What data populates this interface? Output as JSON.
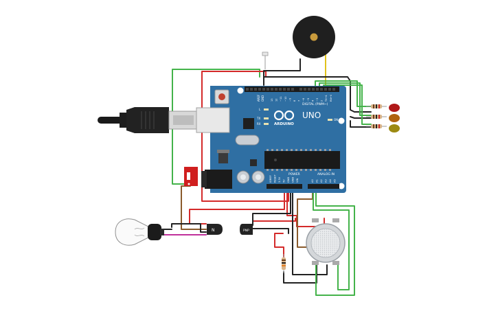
{
  "board": {
    "brand": "ARDUINO",
    "model": "UNO",
    "digital_header": "DIGITAL (PWM~)",
    "analog_header": "ANALOG IN",
    "power_header": "POWER",
    "on_label": "ON",
    "l_label": "L",
    "tx_label": "TX",
    "rx_label": "RX",
    "aref_label": "AREF",
    "gnd_label": "GND",
    "digital_pins": [
      "13",
      "12",
      "~11",
      "~10",
      "~9",
      "8",
      "7",
      "~6",
      "~5",
      "4",
      "~3",
      "2",
      "TX→1",
      "RX←0"
    ],
    "power_pins": [
      "IOREF",
      "RESET",
      "3.3V",
      "5V",
      "GND",
      "GND",
      "VIN"
    ],
    "analog_pins": [
      "A0",
      "A1",
      "A2",
      "A3",
      "A4",
      "A5"
    ]
  },
  "components": {
    "transistor_npn_label": "N",
    "transistor_pnp_label": "PNP"
  },
  "colors": {
    "board": "#2f6fa3",
    "wire_red": "#d42a2a",
    "wire_black": "#222222",
    "wire_green": "#44b34a",
    "wire_brown": "#8a5a2b",
    "wire_yellow": "#e0c21a",
    "led_red": "#b01818",
    "led_orange": "#b0640f",
    "led_yellow": "#9c8a12"
  }
}
